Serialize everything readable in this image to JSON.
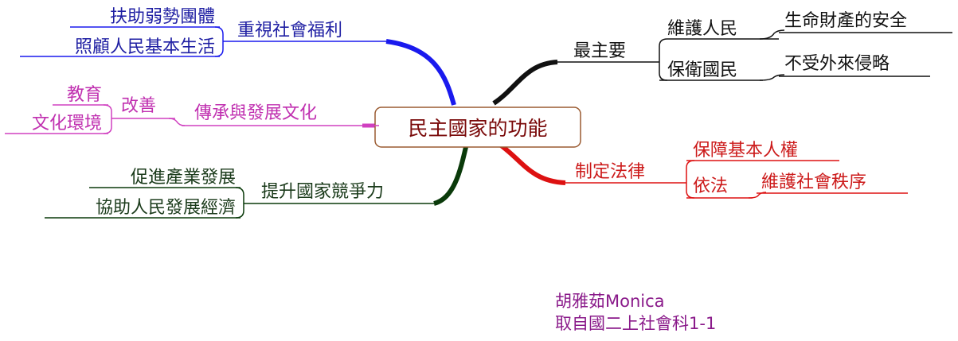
{
  "center": {
    "label": "民主國家的功能"
  },
  "branches": {
    "top_right": {
      "label": "最主要",
      "children": [
        {
          "label": "維護人民",
          "detail": "生命財產的安全"
        },
        {
          "label": "保衛國民",
          "detail": "不受外來侵略"
        }
      ]
    },
    "bottom_right": {
      "label": "制定法律",
      "children": [
        {
          "label": "保障基本人權"
        },
        {
          "label": "依法",
          "detail": "維護社會秩序"
        }
      ]
    },
    "top_left": {
      "label": "重視社會福利",
      "children": [
        {
          "label": "扶助弱勢團體"
        },
        {
          "label": "照顧人民基本生活"
        }
      ]
    },
    "middle_left": {
      "label": "傳承與發展文化",
      "sub": "改善",
      "children": [
        {
          "label": "教育"
        },
        {
          "label": "文化環境"
        }
      ]
    },
    "bottom_left": {
      "label": "提升國家競爭力",
      "children": [
        {
          "label": "促進產業發展"
        },
        {
          "label": "協助人民發展經濟"
        }
      ]
    }
  },
  "credit": {
    "author": "胡雅茹Monica",
    "source": "取自國二上社會科1-1"
  },
  "colors": {
    "top_right": "#111111",
    "bottom_right": "#dd1111",
    "top_left": "#1a1aee",
    "middle_left": "#d040c0",
    "bottom_left": "#0a3a0a",
    "center_border": "#9a5a30",
    "credit": "#8a1a8a"
  }
}
